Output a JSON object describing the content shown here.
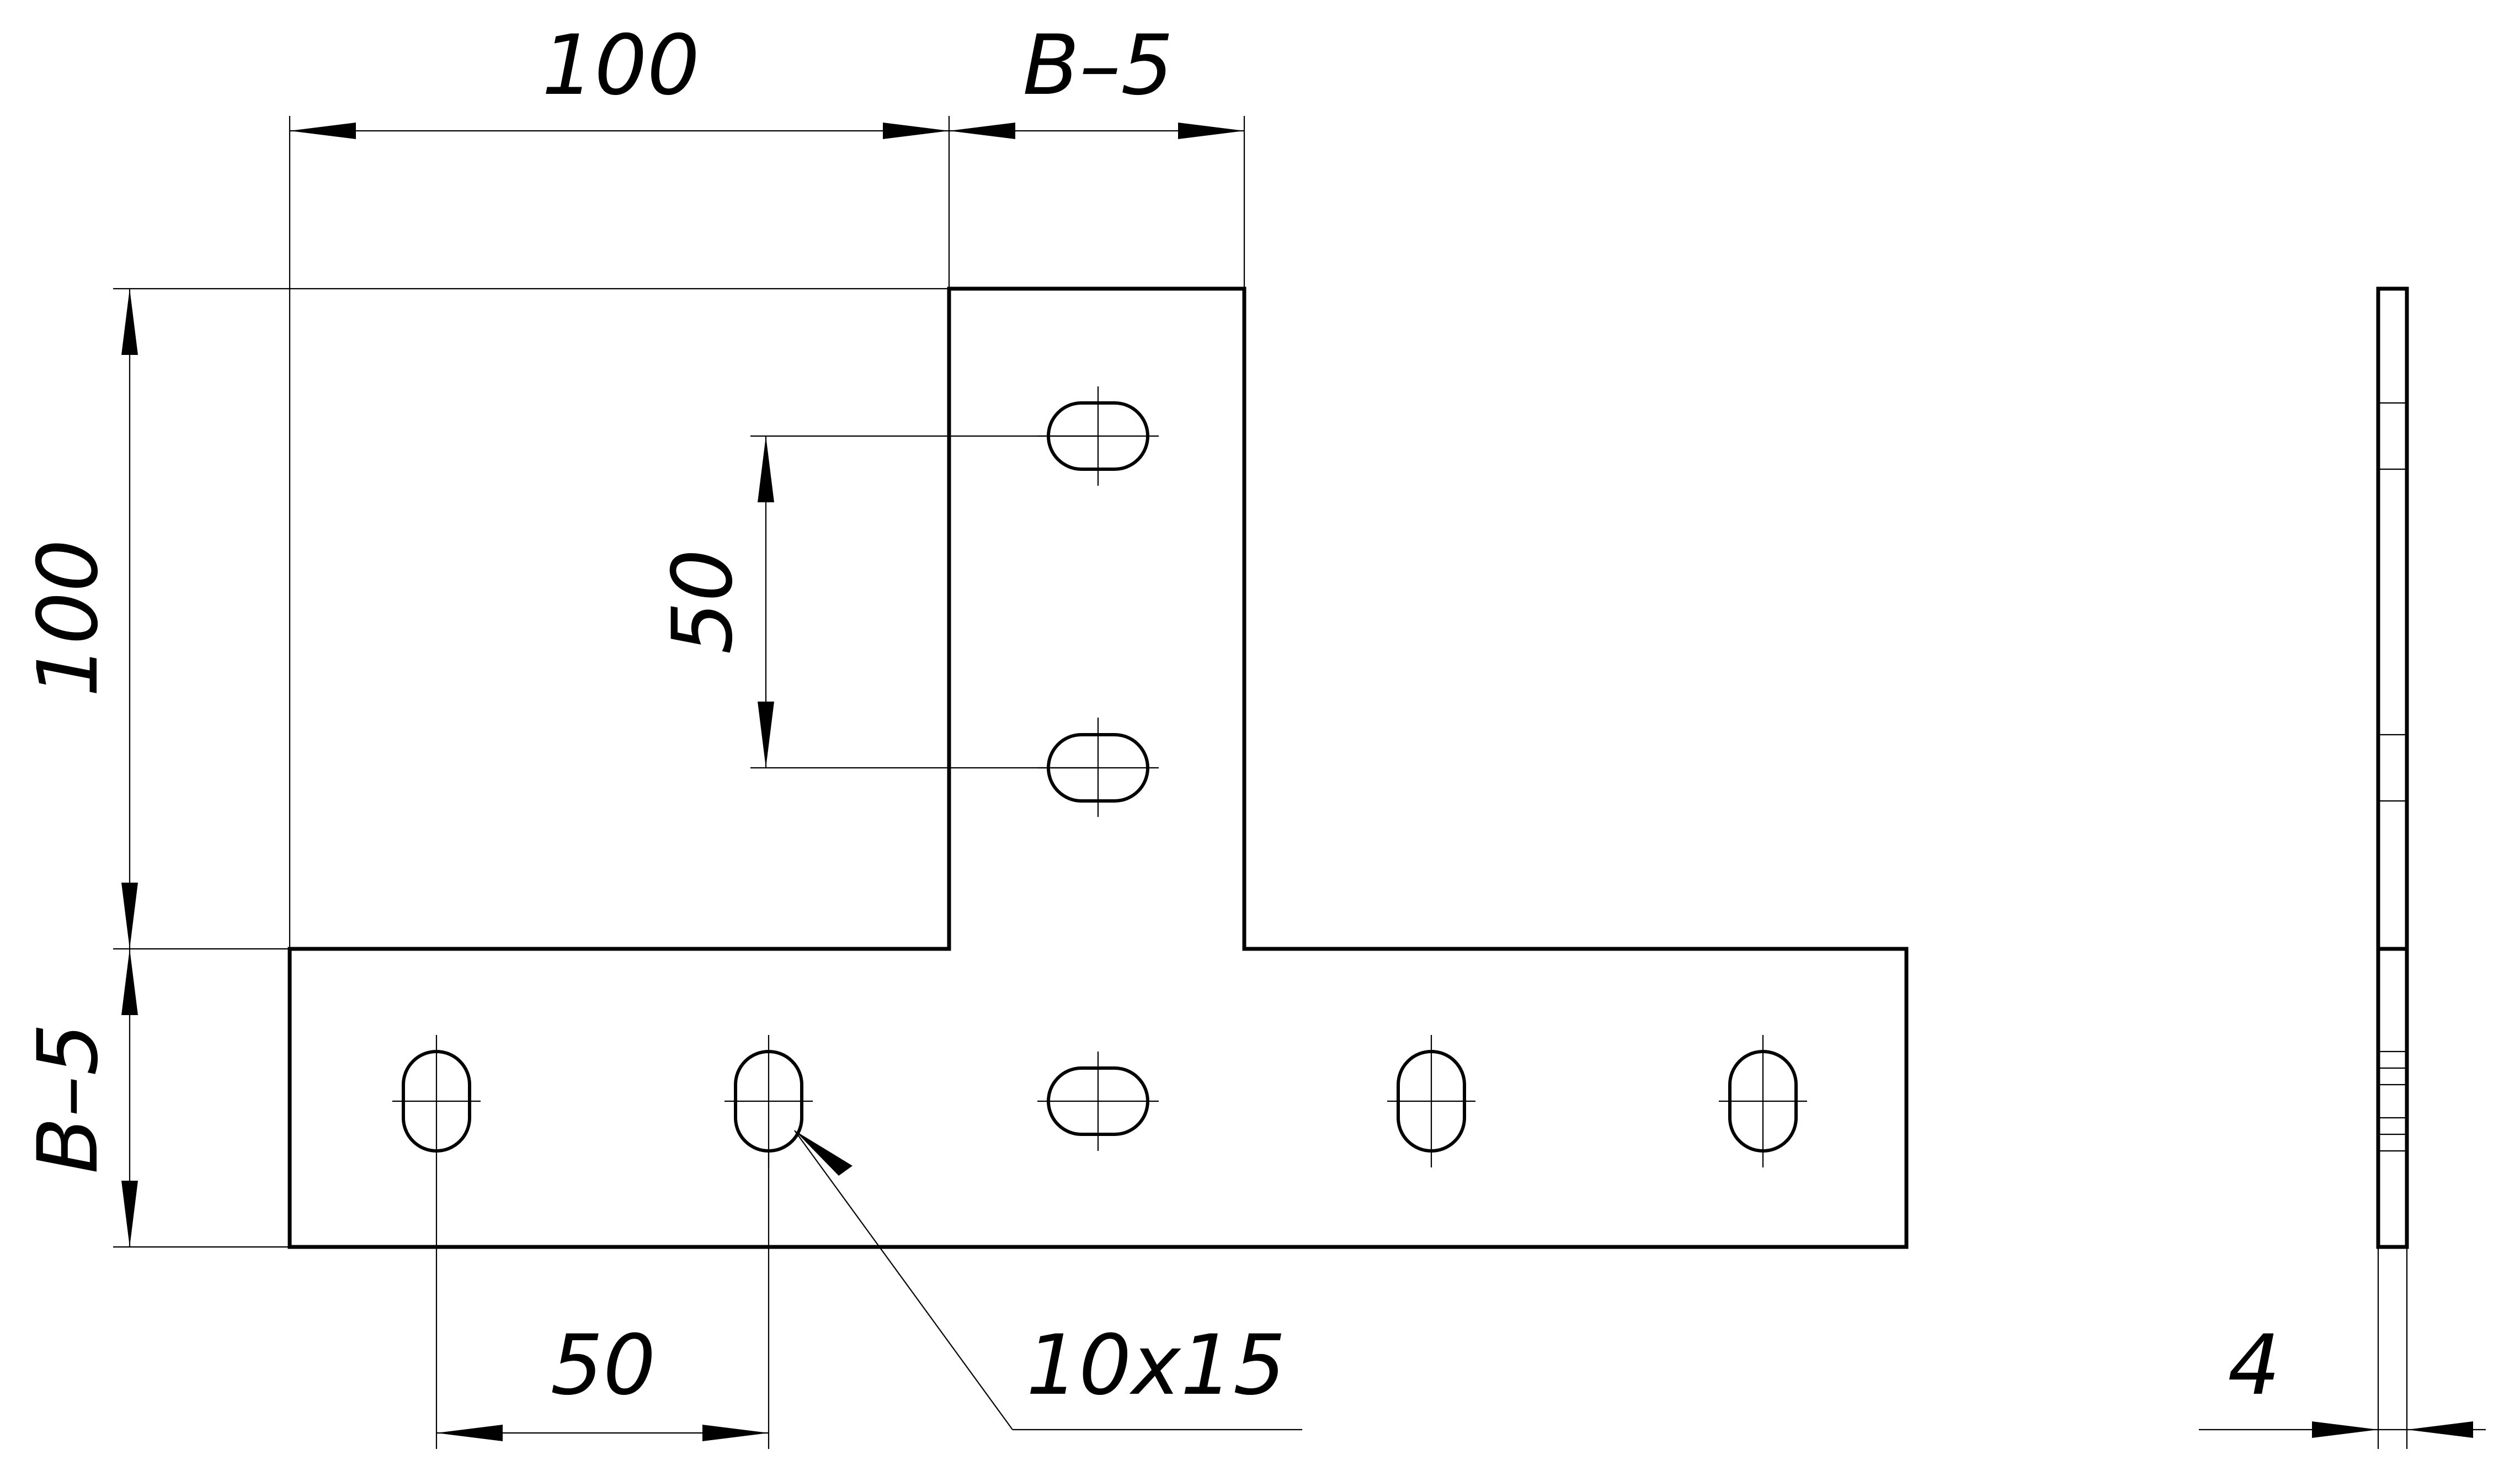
{
  "drawing": {
    "dimensions": {
      "top_width": "100",
      "top_right_width": "B–5",
      "left_height": "100",
      "left_lower_height": "B–5",
      "hole_vertical_spacing": "50",
      "hole_horizontal_spacing": "50",
      "slot_size": "10x15",
      "thickness": "4"
    }
  }
}
